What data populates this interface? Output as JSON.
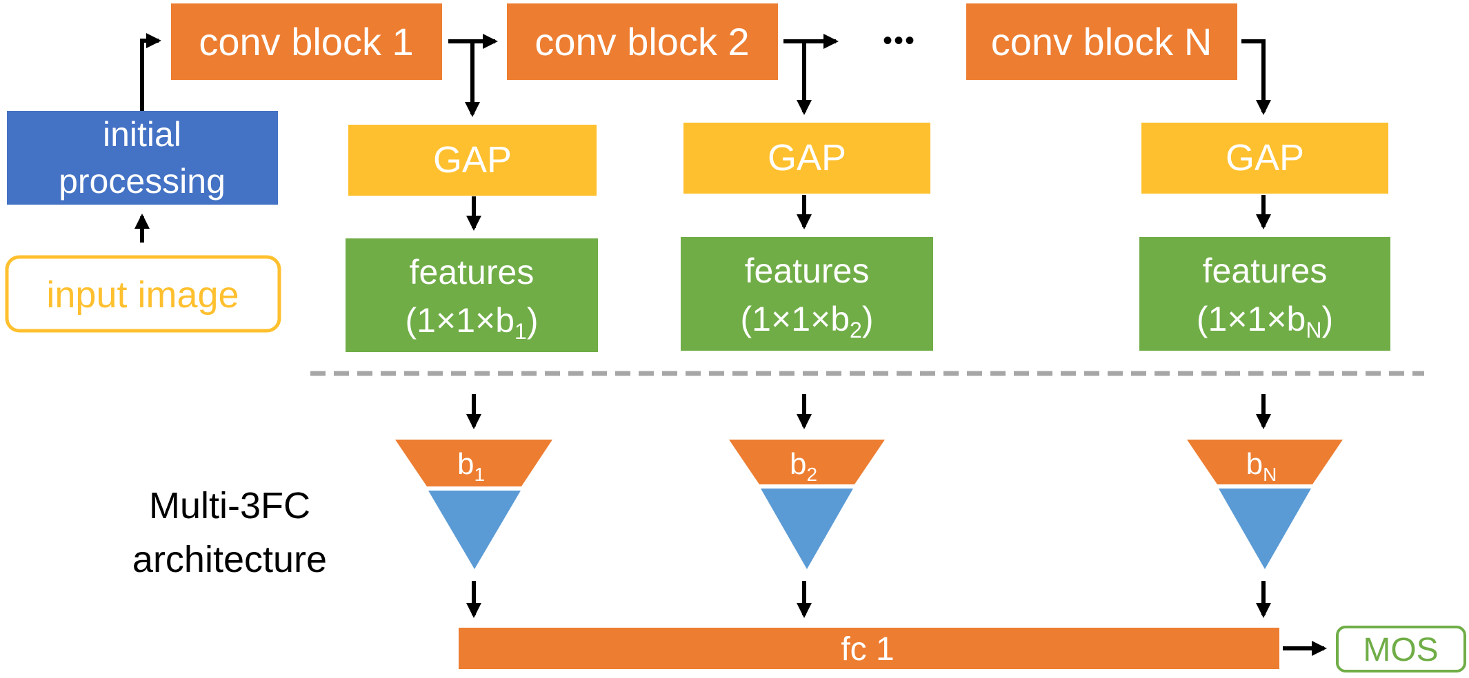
{
  "blocks": {
    "input_image": "input image",
    "initial_processing_line1": "initial",
    "initial_processing_line2": "processing",
    "conv1": "conv block 1",
    "conv2": "conv block 2",
    "ellipsis": "•••",
    "convN": "conv block N"
  },
  "gap": {
    "label1": "GAP",
    "label2": "GAP",
    "labelN": "GAP"
  },
  "features": {
    "title1": "features",
    "title2": "features",
    "titleN": "features",
    "shape_prefix": "(1×1×b",
    "shape_suffix": ")",
    "sub1": "1",
    "sub2": "2",
    "subN": "N"
  },
  "triangles": {
    "base": "b",
    "sub1": "1",
    "sub2": "2",
    "subN": "N"
  },
  "architecture": {
    "line1": "Multi-3FC",
    "line2": "architecture"
  },
  "fc": "fc 1",
  "output": "MOS",
  "colors": {
    "orange": "#ED7D31",
    "blue_box": "#4472C4",
    "yellow": "#FFC02F",
    "green": "#70AD47",
    "light_blue": "#5B9BD5",
    "dash": "#A6A6A6",
    "input_border": "#FFC02F",
    "mos_border": "#70AD47"
  }
}
